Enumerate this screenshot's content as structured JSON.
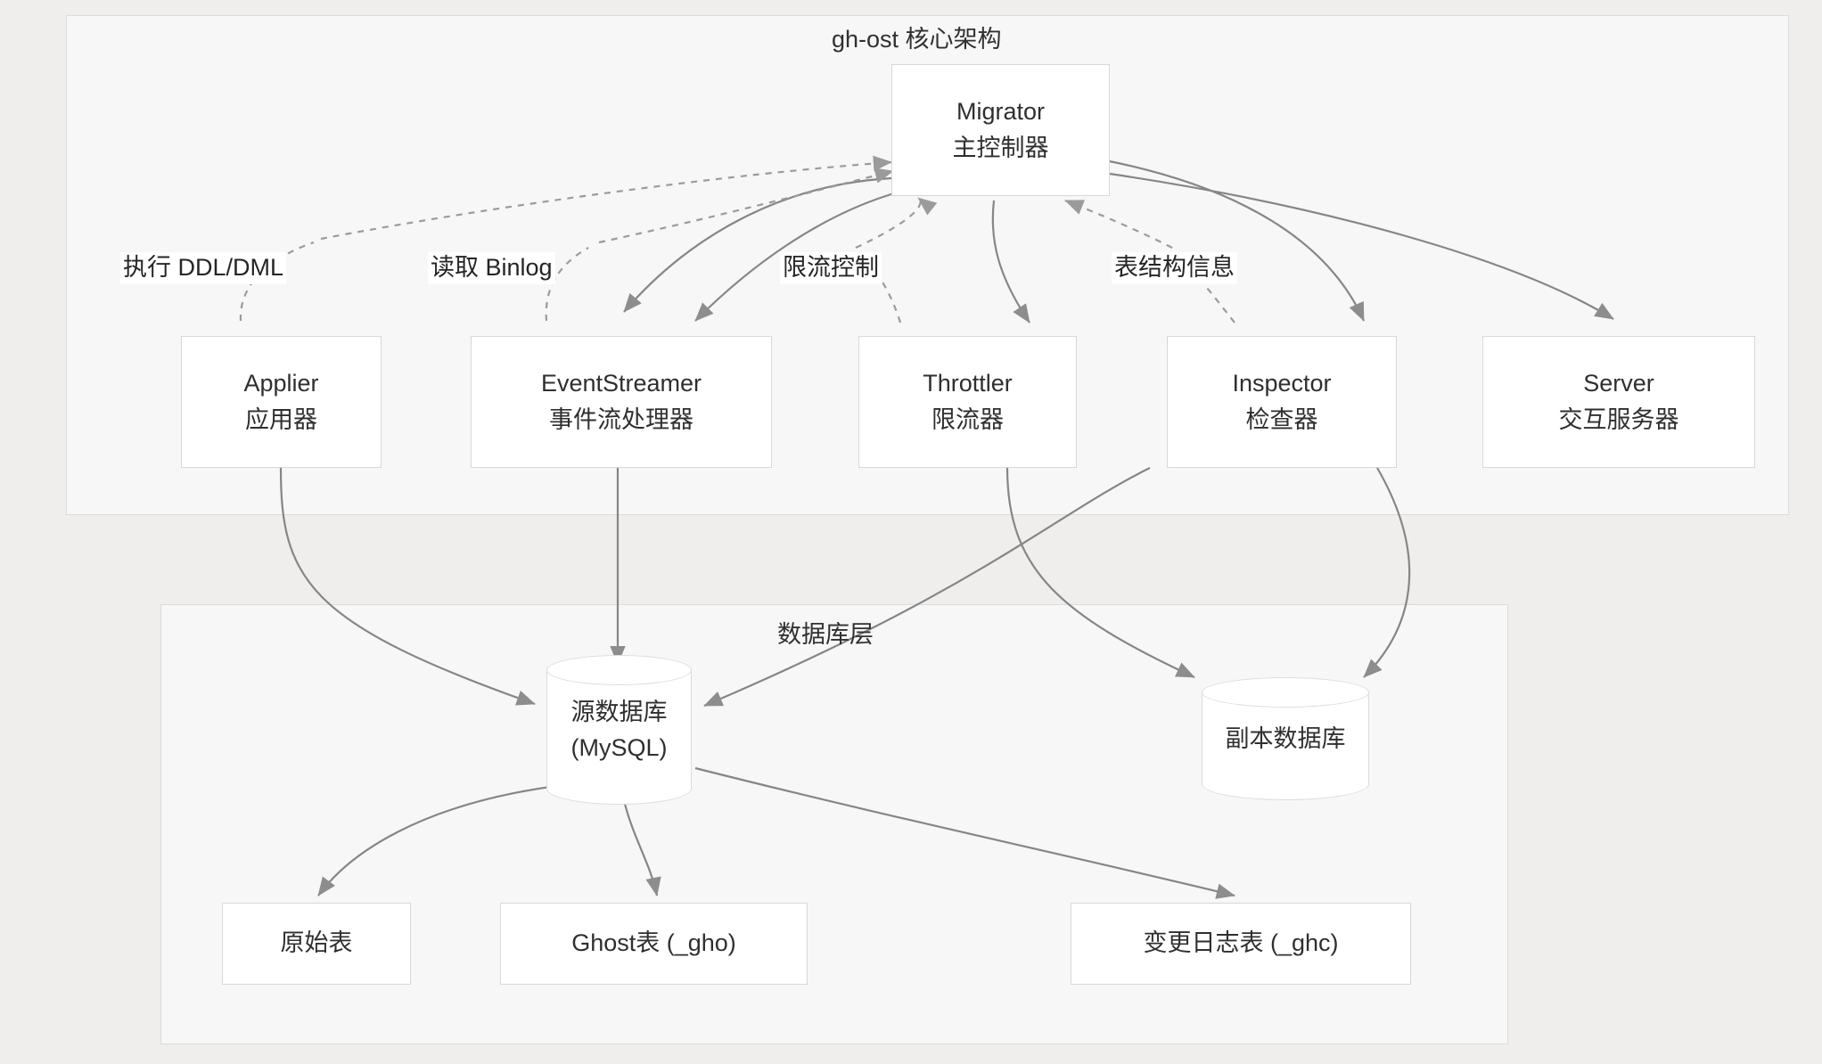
{
  "diagram": {
    "title": "gh-ost 核心架构",
    "groups": [
      {
        "name": "core-group",
        "title": ""
      },
      {
        "name": "database-group",
        "title": "数据库层"
      }
    ],
    "nodes": {
      "migrator": {
        "line1": "Migrator",
        "line2": "主控制器"
      },
      "applier": {
        "line1": "Applier",
        "line2": "应用器"
      },
      "eventstreamer": {
        "line1": "EventStreamer",
        "line2": "事件流处理器"
      },
      "throttler": {
        "line1": "Throttler",
        "line2": "限流器"
      },
      "inspector": {
        "line1": "Inspector",
        "line2": "检查器"
      },
      "server": {
        "line1": "Server",
        "line2": "交互服务器"
      },
      "source_db": {
        "line1": "源数据库",
        "line2": "(MySQL)"
      },
      "replica_db": {
        "line1": "副本数据库",
        "line2": ""
      },
      "origin_table": {
        "line1": "原始表",
        "line2": ""
      },
      "ghost_table": {
        "line1": "Ghost表 (_gho)",
        "line2": ""
      },
      "changelog_table": {
        "line1": "变更日志表 (_ghc)",
        "line2": ""
      }
    },
    "edge_labels": {
      "exec_ddl_dml": "执行 DDL/DML",
      "read_binlog": "读取 Binlog",
      "throttle_control": "限流控制",
      "table_schema_info": "表结构信息"
    },
    "colors": {
      "page_background": "#efeeec",
      "group_background": "#f7f7f7",
      "node_background": "#ffffff",
      "node_border": "#d8d8d8",
      "edge_stroke": "#868686",
      "text": "#2f2f2f"
    }
  }
}
